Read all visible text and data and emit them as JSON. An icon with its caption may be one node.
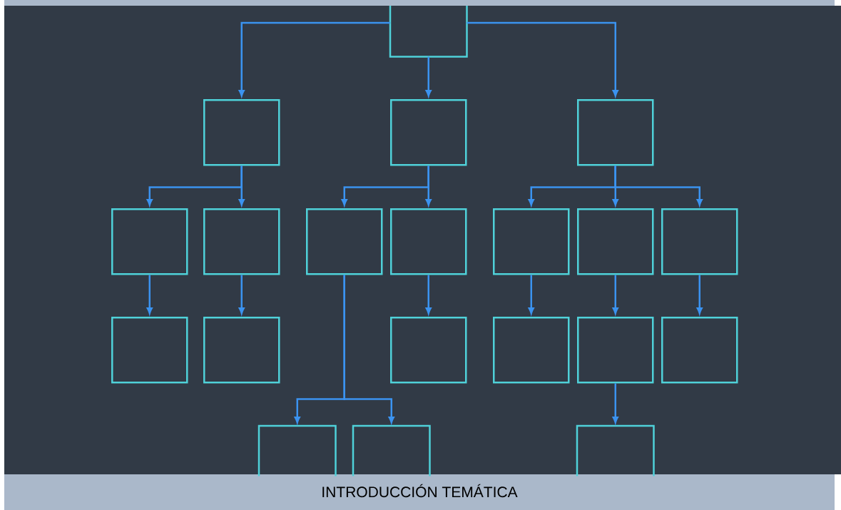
{
  "diagram": {
    "title": "INTRODUCCIÓN TEMÁTICA",
    "nodes": [
      {
        "text": [],
        "shape": "box"
      },
      {
        "text": [],
        "shape": "box"
      },
      {
        "text": [],
        "shape": "box"
      },
      {
        "text": [],
        "shape": "box"
      },
      {
        "text": [],
        "shape": "box"
      },
      {
        "text": [],
        "shape": "box"
      },
      {
        "text": [],
        "shape": "box"
      },
      {
        "text": [],
        "shape": "box"
      },
      {
        "text": [],
        "shape": "box"
      },
      {
        "text": [],
        "shape": "box"
      },
      {
        "text": [],
        "shape": "box"
      },
      {
        "text": [],
        "shape": "box"
      },
      {
        "text": [],
        "shape": "box"
      },
      {
        "text": [],
        "shape": "box"
      },
      {
        "text": [],
        "shape": "box"
      },
      {
        "text": [],
        "shape": "box"
      },
      {
        "text": [],
        "shape": "box"
      },
      {
        "text": [],
        "shape": "box"
      },
      {
        "text": [],
        "shape": "box"
      },
      {
        "text": [],
        "shape": "box"
      }
    ],
    "edges": [
      {
        "from": 0,
        "to": 1,
        "arrow": "to"
      },
      {
        "from": 0,
        "to": 2,
        "arrow": "to"
      },
      {
        "from": 0,
        "to": 3,
        "arrow": "to"
      },
      {
        "from": 1,
        "to": 4,
        "arrow": "to"
      },
      {
        "from": 1,
        "to": 5,
        "arrow": "to"
      },
      {
        "from": 2,
        "to": 6,
        "arrow": "to"
      },
      {
        "from": 2,
        "to": 7,
        "arrow": "to"
      },
      {
        "from": 3,
        "to": 8,
        "arrow": "to"
      },
      {
        "from": 3,
        "to": 9,
        "arrow": "to"
      },
      {
        "from": 3,
        "to": 10,
        "arrow": "to"
      },
      {
        "from": 4,
        "to": 11,
        "arrow": "to"
      },
      {
        "from": 5,
        "to": 12,
        "arrow": "to"
      },
      {
        "from": 7,
        "to": 13,
        "arrow": "to"
      },
      {
        "from": 8,
        "to": 14,
        "arrow": "to"
      },
      {
        "from": 9,
        "to": 15,
        "arrow": "to"
      },
      {
        "from": 10,
        "to": 16,
        "arrow": "to"
      },
      {
        "from": 6,
        "to": 17,
        "arrow": "to"
      },
      {
        "from": 6,
        "to": 18,
        "arrow": "to"
      },
      {
        "from": 15,
        "to": 19,
        "arrow": "to"
      }
    ]
  }
}
